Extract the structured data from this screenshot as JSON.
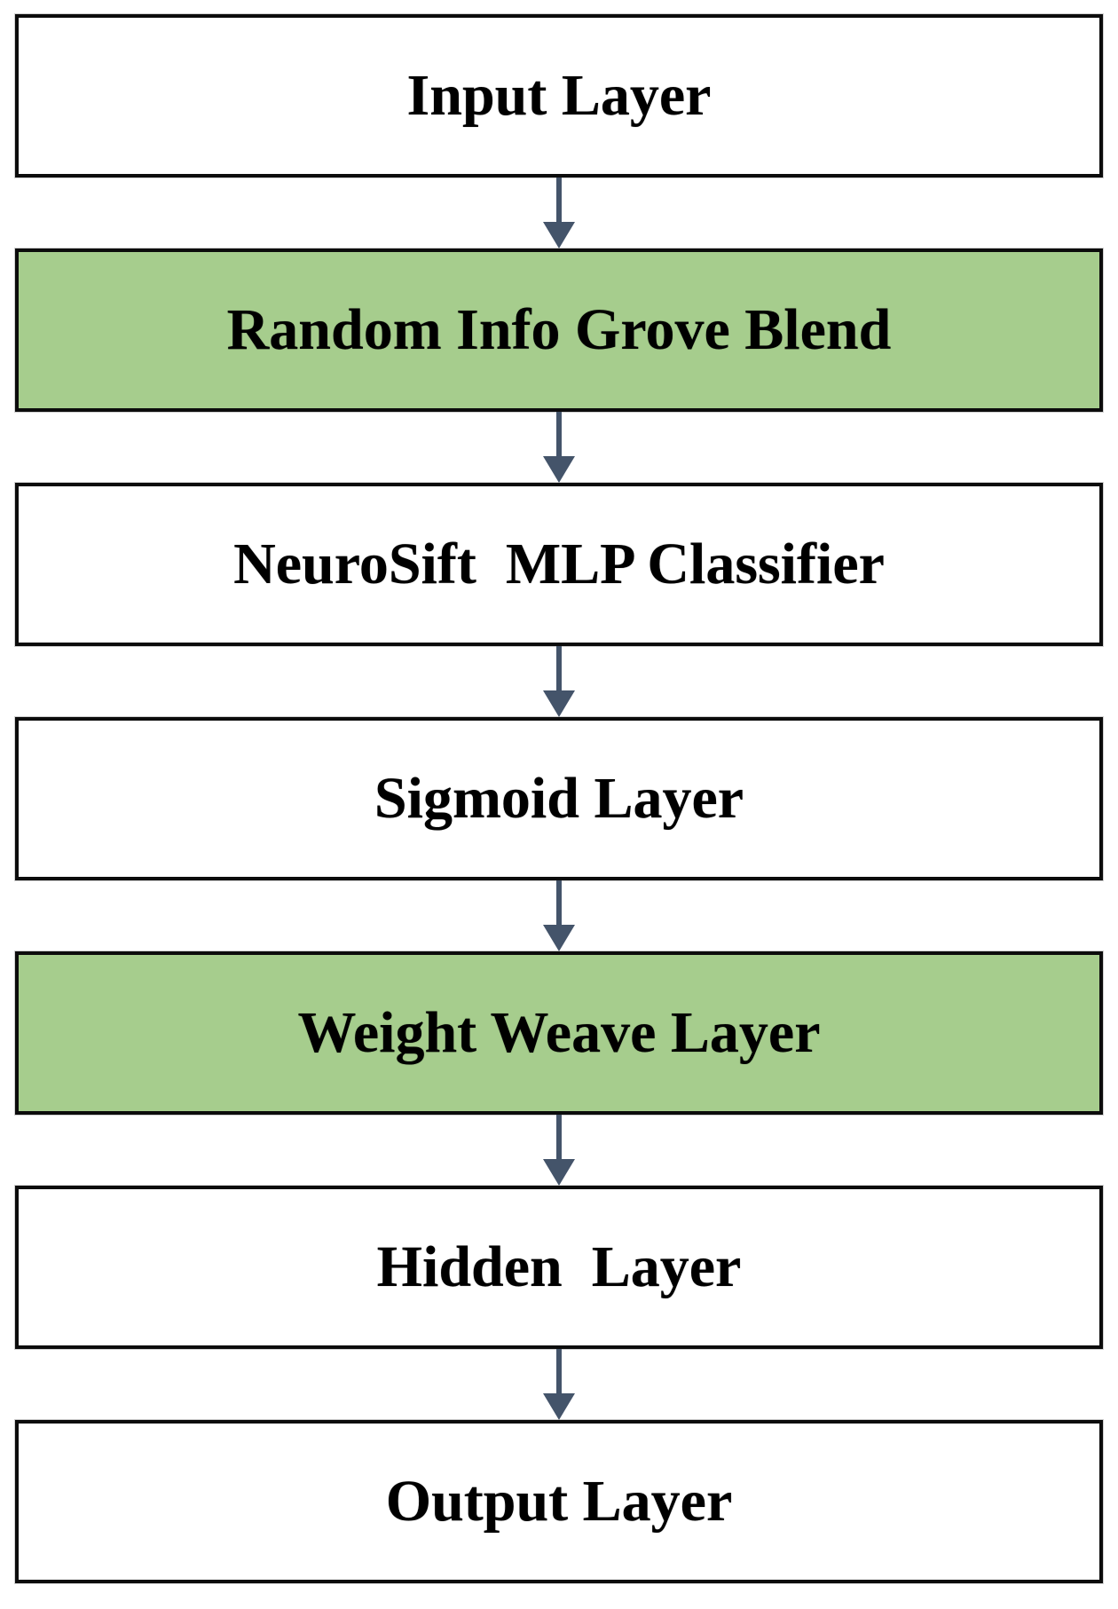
{
  "diagram": {
    "type": "flowchart",
    "direction": "top-to-bottom",
    "nodes": [
      {
        "id": "input-layer",
        "label": "Input Layer",
        "style": "plain"
      },
      {
        "id": "random-info-grove",
        "label": "Random Info Grove Blend",
        "style": "highlight"
      },
      {
        "id": "neurosift-mlp",
        "label": "NeuroSift  MLP Classifier",
        "style": "plain"
      },
      {
        "id": "sigmoid-layer",
        "label": "Sigmoid Layer",
        "style": "plain"
      },
      {
        "id": "weight-weave-layer",
        "label": "Weight Weave Layer",
        "style": "highlight"
      },
      {
        "id": "hidden-layer",
        "label": "Hidden  Layer",
        "style": "plain"
      },
      {
        "id": "output-layer",
        "label": "Output Layer",
        "style": "plain"
      }
    ],
    "edges": [
      {
        "from": "input-layer",
        "to": "random-info-grove",
        "icon": "arrow-down-icon"
      },
      {
        "from": "random-info-grove",
        "to": "neurosift-mlp",
        "icon": "arrow-down-icon"
      },
      {
        "from": "neurosift-mlp",
        "to": "sigmoid-layer",
        "icon": "arrow-down-icon"
      },
      {
        "from": "sigmoid-layer",
        "to": "weight-weave-layer",
        "icon": "arrow-down-icon"
      },
      {
        "from": "weight-weave-layer",
        "to": "hidden-layer",
        "icon": "arrow-down-icon"
      },
      {
        "from": "hidden-layer",
        "to": "output-layer",
        "icon": "arrow-down-icon"
      }
    ],
    "colors": {
      "highlight_fill": "#a6cd8d",
      "plain_fill": "#ffffff",
      "border": "#0c0c0c",
      "arrow": "#44546a",
      "text": "#000000",
      "background": "#ffffff"
    }
  }
}
